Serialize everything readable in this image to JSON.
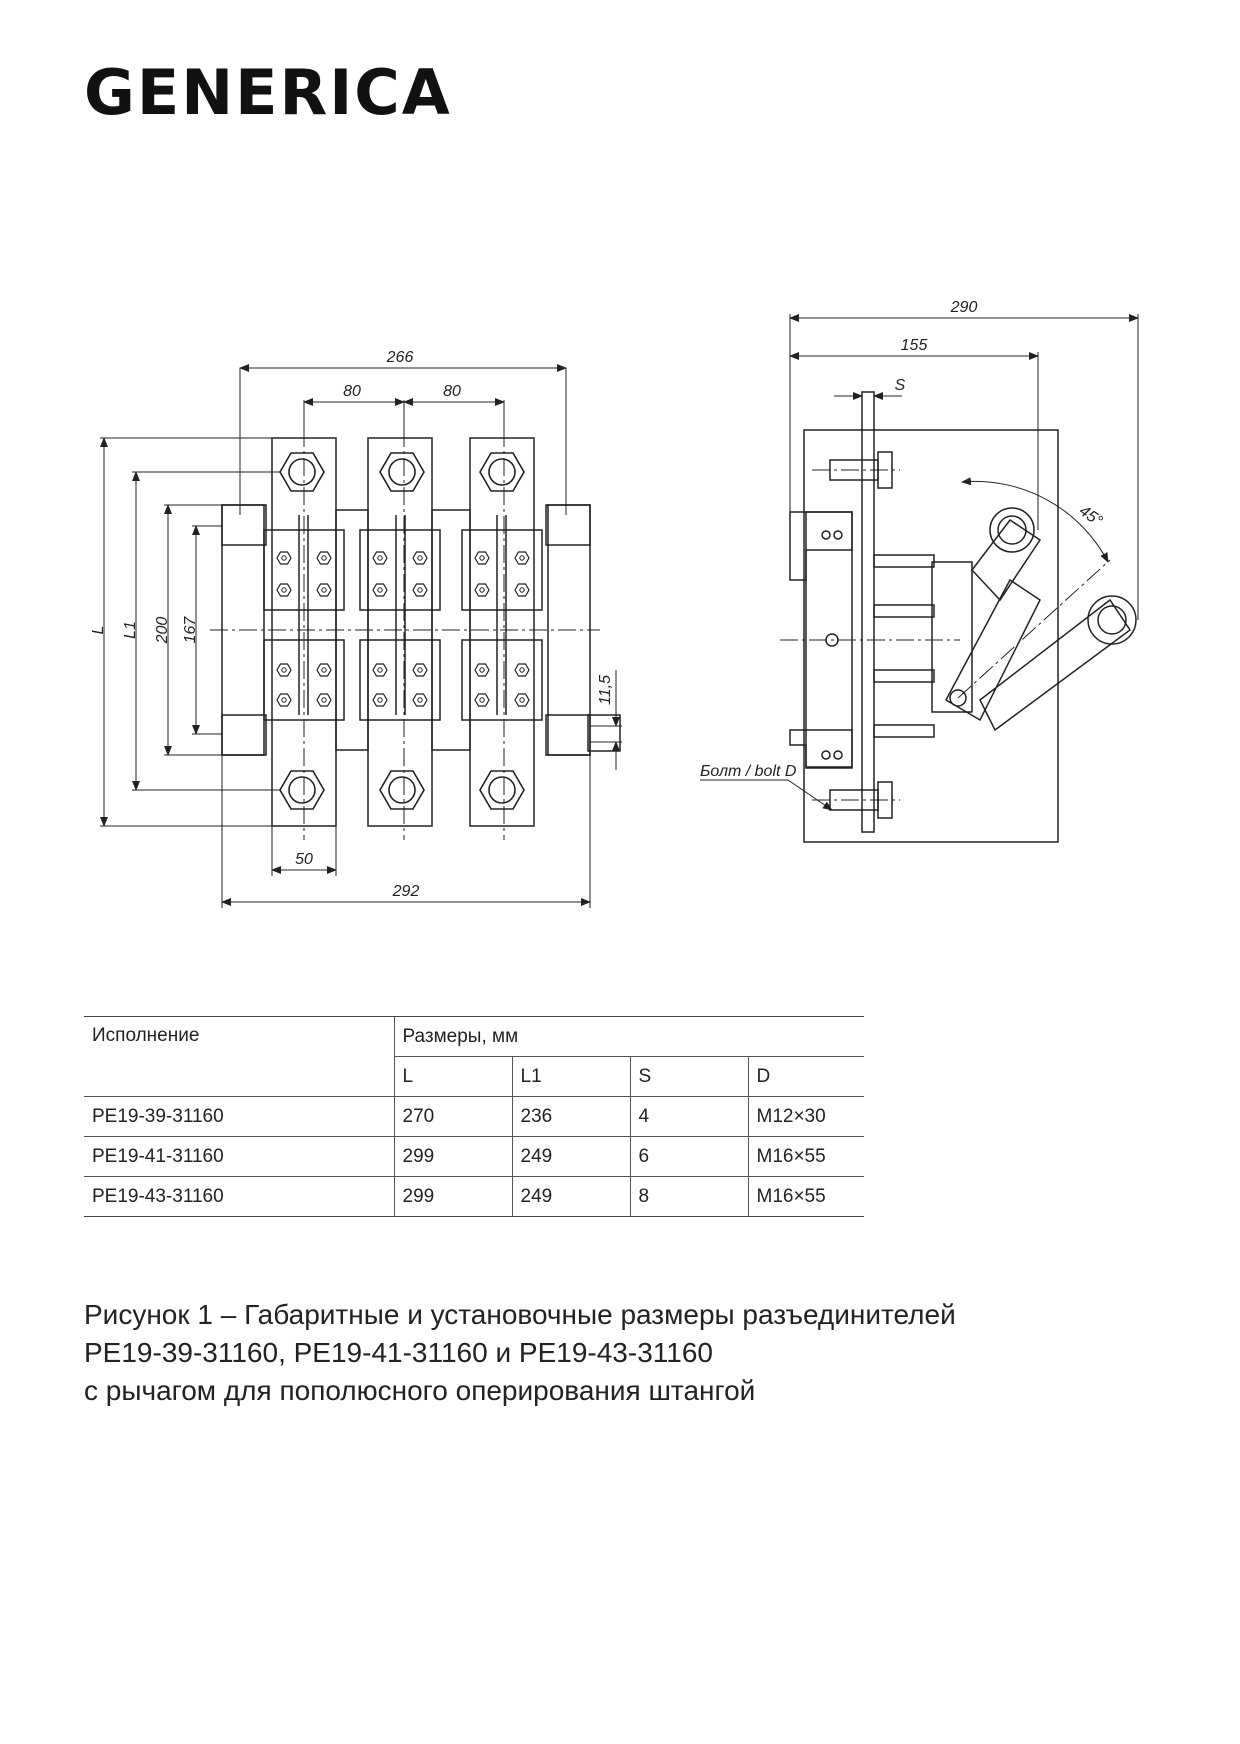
{
  "brand": {
    "logo_text": "GENERICA"
  },
  "front_view": {
    "dims": {
      "overall_top": "266",
      "pitch_left": "80",
      "pitch_right": "80",
      "height_L": "L",
      "height_L1": "L1",
      "height_200": "200",
      "height_167": "167",
      "terminal_offset": "11,5",
      "bar_width": "50",
      "overall_bottom": "292"
    }
  },
  "side_view": {
    "dims": {
      "overall": "290",
      "to_lever": "155",
      "thickness": "S",
      "angle": "45°",
      "bolt_label": "Болт / bolt D"
    }
  },
  "table": {
    "header_variant": "Исполнение",
    "header_dims": "Размеры, мм",
    "columns": [
      "L",
      "L1",
      "S",
      "D"
    ],
    "rows": [
      {
        "variant": "РЕ19-39-31160",
        "L": "270",
        "L1": "236",
        "S": "4",
        "D": "М12×30"
      },
      {
        "variant": "РЕ19-41-31160",
        "L": "299",
        "L1": "249",
        "S": "6",
        "D": "М16×55"
      },
      {
        "variant": "РЕ19-43-31160",
        "L": "299",
        "L1": "249",
        "S": "8",
        "D": "М16×55"
      }
    ]
  },
  "caption": {
    "line1": "Рисунок 1 – Габаритные и установочные размеры разъединителей",
    "line2": "РЕ19-39-31160, РЕ19-41-31160 и РЕ19-43-31160",
    "line3": "с рычагом для пополюсного оперирования штангой"
  }
}
